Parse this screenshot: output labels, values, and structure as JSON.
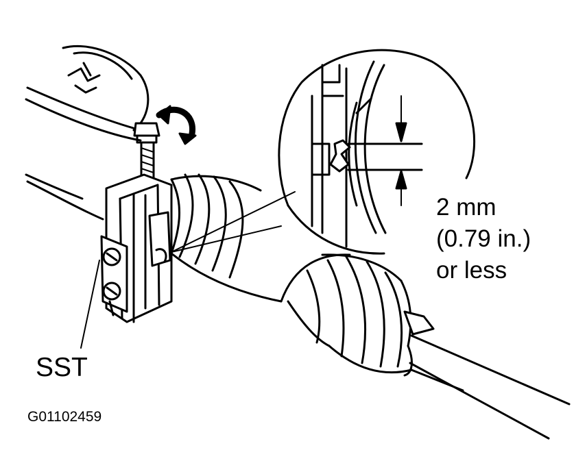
{
  "labels": {
    "spec_line_1": "2 mm",
    "spec_line_2": "(0.79 in.)",
    "spec_line_3": "or less",
    "tool": "SST",
    "figure_id": "G01102459"
  },
  "colors": {
    "ink": "#000000",
    "paper": "#ffffff"
  }
}
